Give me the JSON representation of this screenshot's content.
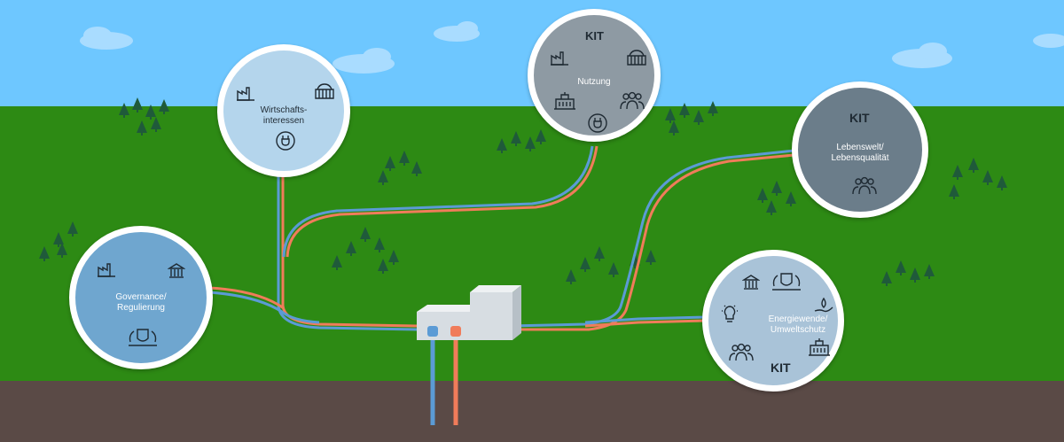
{
  "colors": {
    "sky": "#6ec7ff",
    "grass": "#2d8a14",
    "soil": "#5a4a46",
    "pipe_blue": "#5b9bd5",
    "pipe_red": "#f07c5a",
    "tree": "#1f5a3a",
    "tree_light": "#4a7d5e"
  },
  "hubs": {
    "governance": {
      "label": "Governance/\nRegulierung",
      "icons": [
        "factory-icon",
        "bank-icon",
        "state-crest-icon"
      ]
    },
    "wirtschaft": {
      "label": "Wirtschafts-\ninteressen",
      "icons": [
        "factory-icon",
        "farm-field-icon",
        "plug-icon"
      ]
    },
    "nutzung": {
      "label": "Nutzung",
      "logo": "KIT",
      "icons": [
        "factory-icon",
        "farm-field-icon",
        "city-hall-icon",
        "people-icon",
        "plug-icon"
      ]
    },
    "lebenswelt": {
      "label": "Lebenswelt/\nLebensqualität",
      "logo": "KIT",
      "icons": [
        "people-icon"
      ]
    },
    "energie": {
      "label": "Energiewende/\nUmweltschutz",
      "logo": "KIT",
      "icons": [
        "bank-icon",
        "state-crest-icon",
        "lightbulb-icon",
        "hand-leaf-icon",
        "people-icon",
        "city-hall-icon"
      ]
    }
  }
}
